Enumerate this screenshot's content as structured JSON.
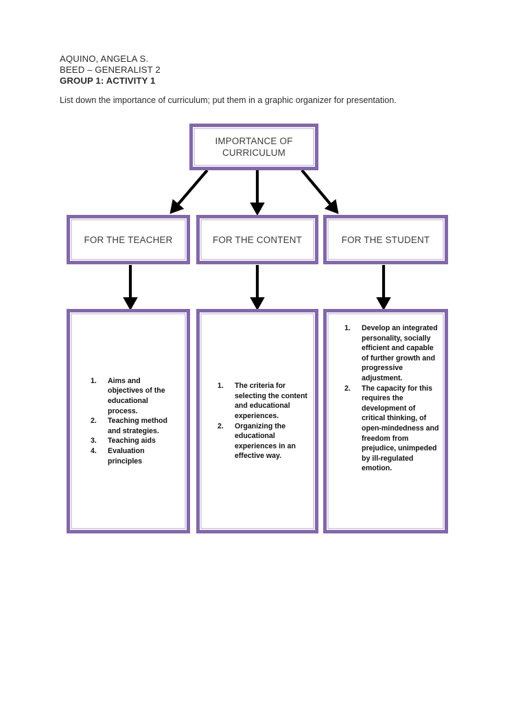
{
  "header": {
    "lines": [
      "AQUINO, ANGELA S.",
      "BEED – GENERALIST 2",
      "GROUP 1: ACTIVITY 1"
    ],
    "name_line": "AQUINO, ANGELA S.",
    "course_line": "BEED – GENERALIST 2",
    "group_line": "GROUP 1: ACTIVITY 1"
  },
  "prompt": "List down the importance of curriculum; put them in a graphic organizer for presentation.",
  "colors": {
    "box_border": "#8268a8",
    "box_inner_line": "#b6a5d0",
    "arrow": "#000000",
    "text": "#231f20",
    "page_background": "#ffffff"
  },
  "diagram": {
    "root": {
      "label": "IMPORTANCE OF CURRICULUM"
    },
    "branches": [
      {
        "label": "FOR THE TEACHER",
        "items": [
          {
            "num": "1.",
            "text": "Aims and objectives of the educational process."
          },
          {
            "num": "2.",
            "text": "Teaching method and strategies."
          },
          {
            "num": "3.",
            "text": "Teaching aids"
          },
          {
            "num": "4.",
            "text": "Evaluation principles"
          }
        ]
      },
      {
        "label": "FOR THE CONTENT",
        "items": [
          {
            "num": "1.",
            "text": "The criteria for selecting the content and educational experiences."
          },
          {
            "num": "2.",
            "text": "Organizing the educational experiences in an effective way."
          }
        ]
      },
      {
        "label": "FOR THE STUDENT",
        "items": [
          {
            "num": "1.",
            "text": "Develop an integrated personality, socially efficient and capable of further growth and progressive adjustment."
          },
          {
            "num": "2.",
            "text": "The capacity for this requires the development of critical thinking, of open-mindedness and freedom from prejudice, unimpeded by ill-regulated emotion."
          }
        ]
      }
    ]
  }
}
